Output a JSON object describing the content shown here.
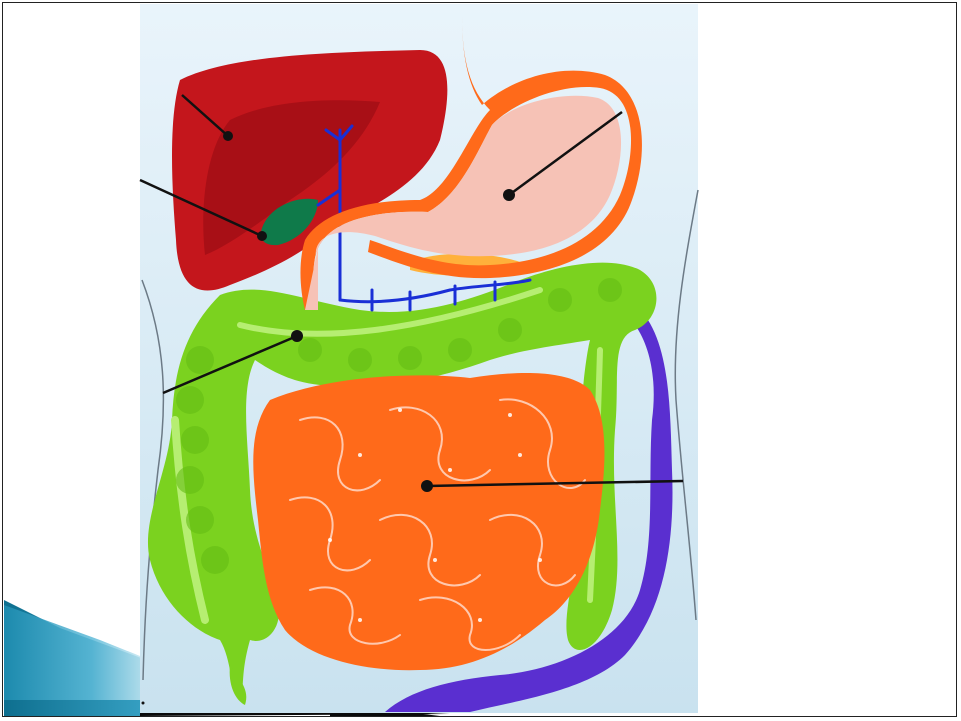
{
  "slide": {
    "background": "#ffffff",
    "frame_color": "#222222"
  },
  "diagram": {
    "subject": "digestive-system",
    "colors": {
      "backdrop_top": "#e8f3fa",
      "backdrop_bottom": "#cbe3f0",
      "liver": "#c4161c",
      "liver_shade": "#a80f16",
      "gallbladder": "#0f7a4a",
      "bile_duct": "#1a2fd6",
      "esophagus": "#ff6a1a",
      "stomach_fill": "#f6c2b6",
      "stomach_outline": "#ff6a1a",
      "pancreas": "#ffb13b",
      "large_intestine": "#7bd21f",
      "large_intestine_light": "#a6ea58",
      "small_intestine": "#ff6a1a",
      "rectum_purple": "#5a2fd0",
      "leader_line": "#111111",
      "body_outline": "#6c7a86"
    },
    "leader_lines": [
      {
        "name": "liver-label-line"
      },
      {
        "name": "gallbladder-label-line"
      },
      {
        "name": "stomach-label-line"
      },
      {
        "name": "large-intestine-label-line"
      },
      {
        "name": "small-intestine-label-line"
      }
    ]
  }
}
